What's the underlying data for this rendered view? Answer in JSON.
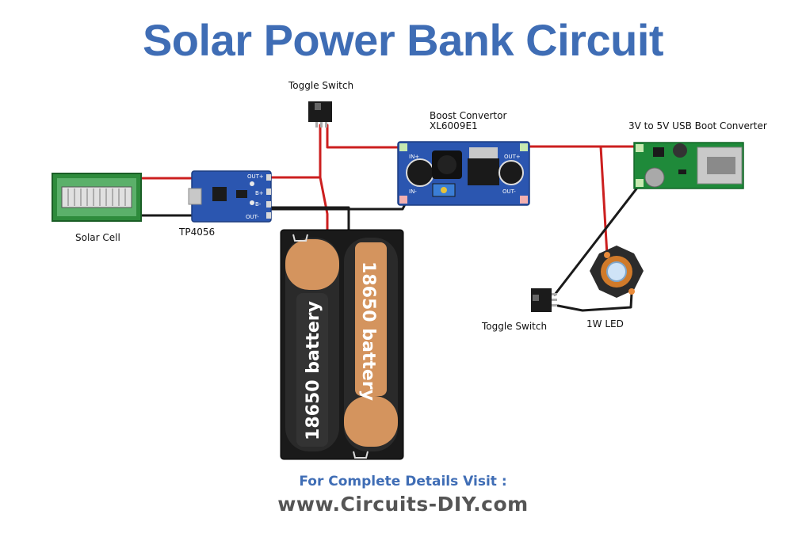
{
  "title": "Solar Power Bank Circuit",
  "labels": {
    "toggle_switch_top": "Toggle Switch",
    "boost_convertor_line1": "Boost Convertor",
    "boost_convertor_line2": "XL6009E1",
    "usb_converter": "3V to 5V USB Boot Converter",
    "solar_cell": "Solar Cell",
    "tp4056": "TP4056",
    "toggle_switch_bottom": "Toggle Switch",
    "led": "1W LED"
  },
  "battery_label_left": "18650 battery",
  "battery_label_right": "18650 battery",
  "tp4056_pins": {
    "out_plus": "OUT+",
    "b_plus": "B+",
    "b_minus": "B-",
    "out_minus": "OUT-"
  },
  "boost_pins": {
    "in_plus": "IN+",
    "in_minus": "IN-",
    "out_plus": "OUT+",
    "out_minus": "OUT-"
  },
  "footer": {
    "line1": "For Complete Details Visit :",
    "line2": "www.Circuits-DIY.com"
  },
  "colors": {
    "title": "#3f6db5",
    "wire_positive": "#cc1f1f",
    "wire_negative": "#1a1a1a",
    "pcb_blue": "#2b56b0",
    "pcb_green": "#1f8a3a",
    "battery_copper": "#d4945e"
  }
}
